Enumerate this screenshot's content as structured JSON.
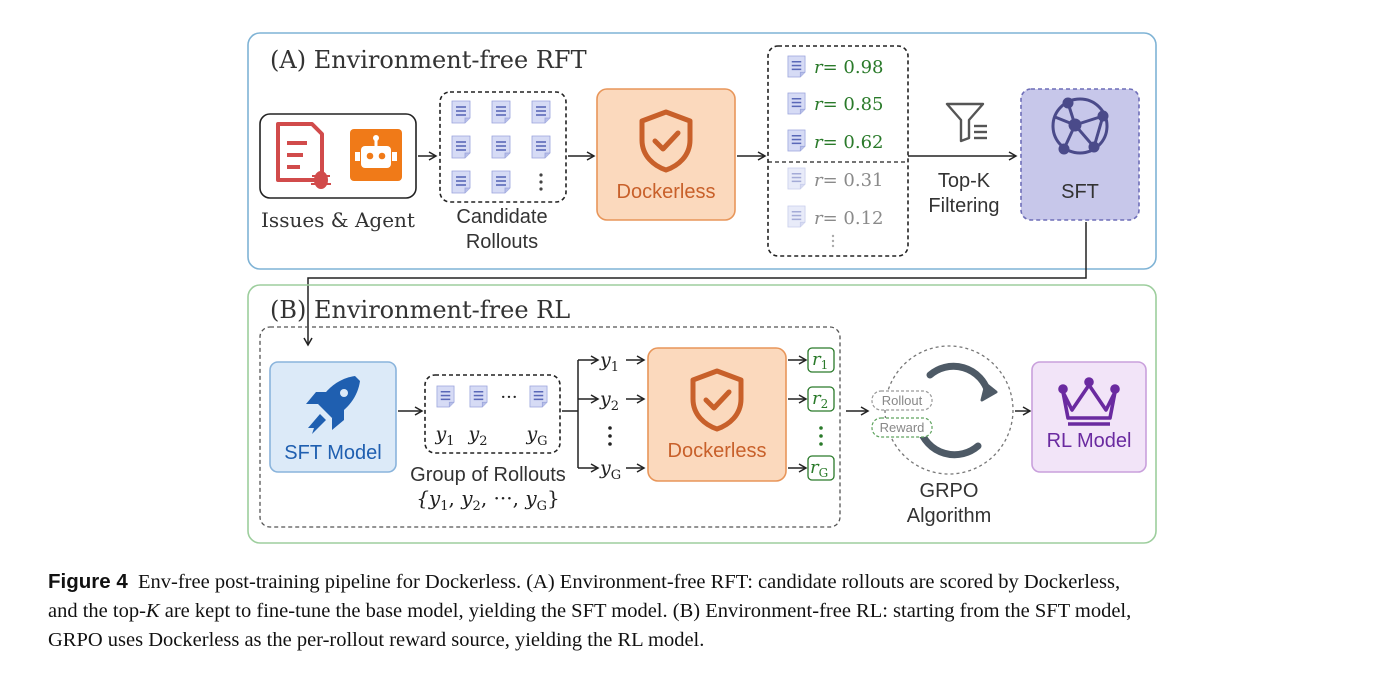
{
  "panel_a": {
    "title": "(A) Environment-free RFT",
    "issues_agent": "Issues & Agent",
    "candidate_line1": "Candidate",
    "candidate_line2": "Rollouts",
    "dockerless": "Dockerless",
    "scores": [
      {
        "label": "r",
        "value": "= 0.98",
        "kept": true
      },
      {
        "label": "r",
        "value": "= 0.85",
        "kept": true
      },
      {
        "label": "r",
        "value": "= 0.62",
        "kept": true
      },
      {
        "label": "r",
        "value": "= 0.31",
        "kept": false
      },
      {
        "label": "r",
        "value": "= 0.12",
        "kept": false
      }
    ],
    "filter_line1": "Top-K",
    "filter_line2": "Filtering",
    "sft": "SFT"
  },
  "panel_b": {
    "title": "(B) Environment-free RL",
    "sft_model": "SFT Model",
    "group_items": [
      "y",
      "y",
      "y"
    ],
    "group_subs": [
      "1",
      "2",
      "G"
    ],
    "group_ellipsis": "···",
    "group_line1": "Group of Rollouts",
    "group_line2": "{y",
    "group_set_subs": [
      "1",
      "2",
      "G"
    ],
    "ys": [
      {
        "y": "y",
        "sub": "1"
      },
      {
        "y": "y",
        "sub": "2"
      },
      {
        "y": "y",
        "sub": "G"
      }
    ],
    "dockerless": "Dockerless",
    "rewards": [
      {
        "r": "r",
        "sub": "1"
      },
      {
        "r": "r",
        "sub": "2"
      },
      {
        "r": "r",
        "sub": "G"
      }
    ],
    "rollout_tag": "Rollout",
    "reward_tag": "Reward",
    "grpo_line1": "GRPO",
    "grpo_line2": "Algorithm",
    "rl_model": "RL Model"
  },
  "caption": {
    "label": "Figure 4",
    "text_1": "Env-free post-training pipeline for Dockerless. (A) Environment-free RFT: candidate rollouts are scored by Dockerless,",
    "text_2a": "and the top-",
    "text_2k": "K",
    "text_2b": " are kept to fine-tune the base model, yielding the SFT model. (B) Environment-free RL: starting from the SFT model,",
    "text_3": "GRPO uses Dockerless as the per-rollout reward source, yielding the RL model."
  },
  "colors": {
    "panel_a_border": "#7fb3d5",
    "panel_b_border": "#9dce9d",
    "docker_fill": "#fbd9bd",
    "docker_border": "#e8965a",
    "docker_icon": "#c8602a",
    "sft_fill": "#c7c7ea",
    "sft_border": "#6e6eb8",
    "sftmodel_fill": "#dceaf8",
    "sftmodel_border": "#8ab4dc",
    "rl_fill": "#f2e4f8",
    "rl_border": "#c9a0dc",
    "score_kept": "#2a7a2a",
    "score_dropped": "#8a8a8a",
    "doc_icon": "#7a86c8"
  }
}
